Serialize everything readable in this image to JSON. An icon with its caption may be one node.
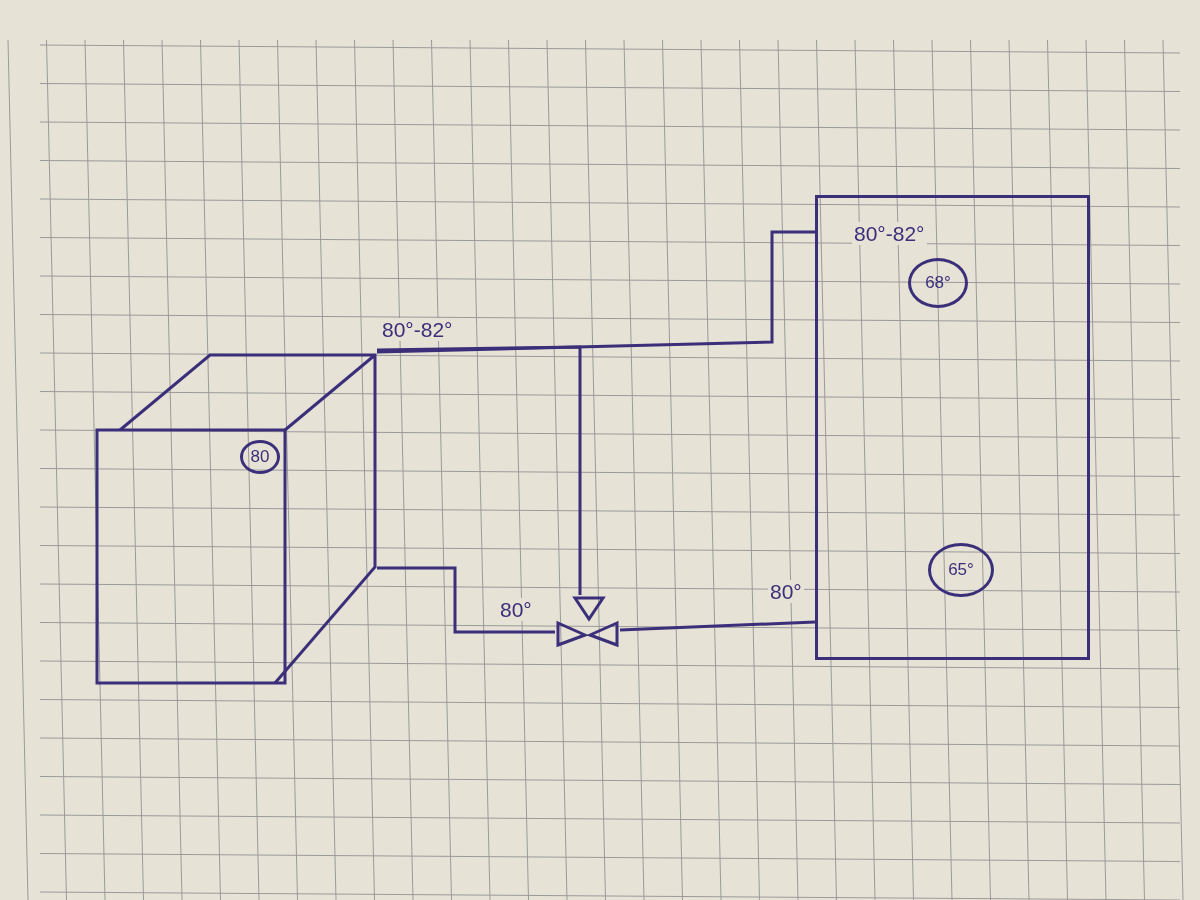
{
  "diagram": {
    "nodes": [
      {
        "text": [],
        "shape": "box"
      },
      {
        "text": [
          "80"
        ],
        "in": 0
      },
      {
        "text": [],
        "shape": "valve"
      },
      {
        "text": [],
        "shape": "box"
      },
      {
        "text": [
          "68°"
        ],
        "in": 3
      },
      {
        "text": [
          "65°"
        ],
        "in": 3
      }
    ],
    "edges": [
      {
        "from": 0,
        "to": 3,
        "arrow": "none",
        "label": "80°-82°"
      },
      {
        "from": 0,
        "to": 2,
        "arrow": "none"
      },
      {
        "from": 0,
        "to": 2,
        "arrow": "none",
        "label": "80°"
      },
      {
        "from": 2,
        "to": 3,
        "arrow": "none",
        "label": "80°"
      }
    ],
    "labels": [
      "80°-82°"
    ]
  }
}
